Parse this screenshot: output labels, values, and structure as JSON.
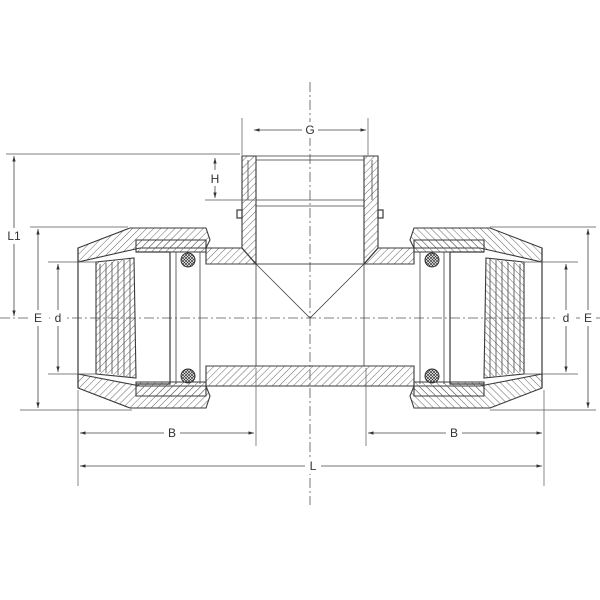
{
  "dimensions": {
    "G": "G",
    "H": "H",
    "L1": "L1",
    "E_left": "E",
    "d_left": "d",
    "d_right": "d",
    "E_right": "E",
    "B_left": "B",
    "B_right": "B",
    "L": "L"
  },
  "colors": {
    "line": "#3a3a3a",
    "background": "#ffffff"
  }
}
